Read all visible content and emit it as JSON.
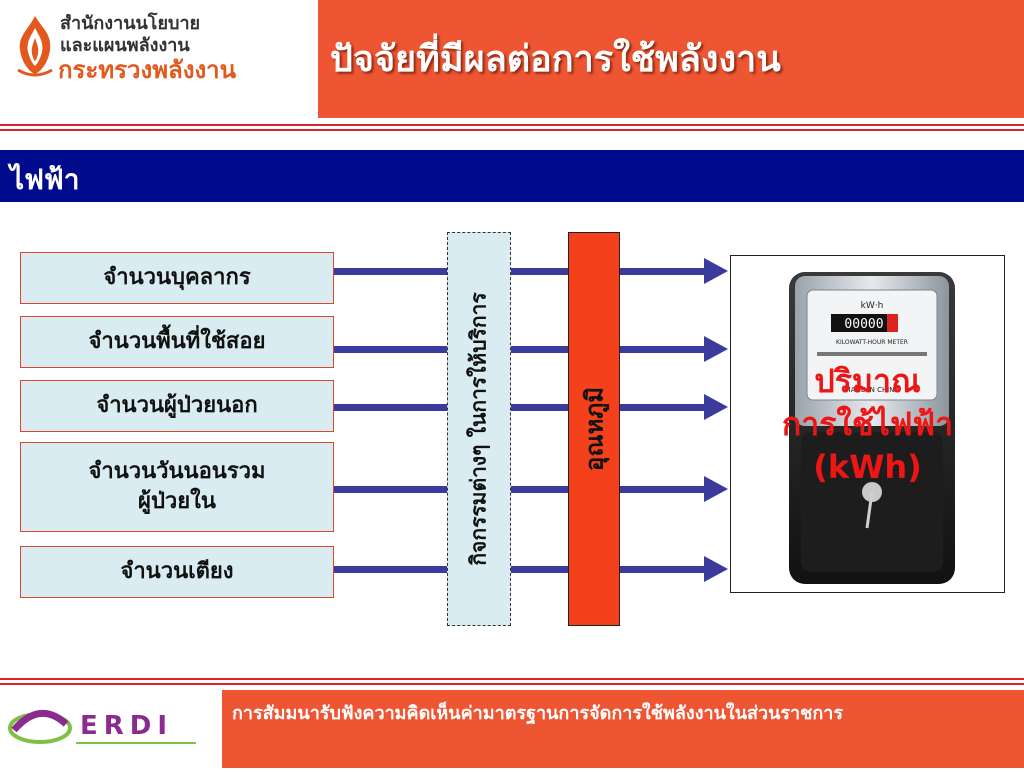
{
  "header": {
    "org_line1": "สำนักงานนโยบาย",
    "org_line2": "และแผนพลังงาน",
    "org_line3": "กระทรวงพลังงาน",
    "title": "ปัจจัยที่มีผลต่อการใช้พลังงาน"
  },
  "section": {
    "label": "ไฟฟ้า"
  },
  "factors": [
    {
      "label": "จำนวนบุคลากร"
    },
    {
      "label": "จำนวนพื้นที่ใช้สอย"
    },
    {
      "label": "จำนวนผู้ป่วยนอก"
    },
    {
      "label_line1": "จำนวนวันนอนรวม",
      "label_line2": "ผู้ป่วยใน"
    },
    {
      "label": "จำนวนเตียง"
    }
  ],
  "activity": {
    "label": "กิจกรรมต่างๆ ในการให้บริการ"
  },
  "temperature": {
    "label": "อุณหภูมิ"
  },
  "meter": {
    "brand_text": "kW·h",
    "digits": "00000",
    "meter_label": "KILOWATT-HOUR METER",
    "made_in": "MADE IN CHINA",
    "caption_line1": "ปริมาณ",
    "caption_line2": "การใช้ไฟฟ้า",
    "caption_line3": "(kWh)"
  },
  "footer": {
    "erdi_logo_text": "ERDI",
    "text": "การสัมมนารับฟังความคิดเห็นค่ามาตรฐานการจัดการใช้พลังงานในส่วนราชการ"
  },
  "colors": {
    "accent_orange": "#ee5533",
    "section_blue": "#000c8c",
    "arrow_blue": "#3b3b9e",
    "caption_red": "#ee1515"
  }
}
